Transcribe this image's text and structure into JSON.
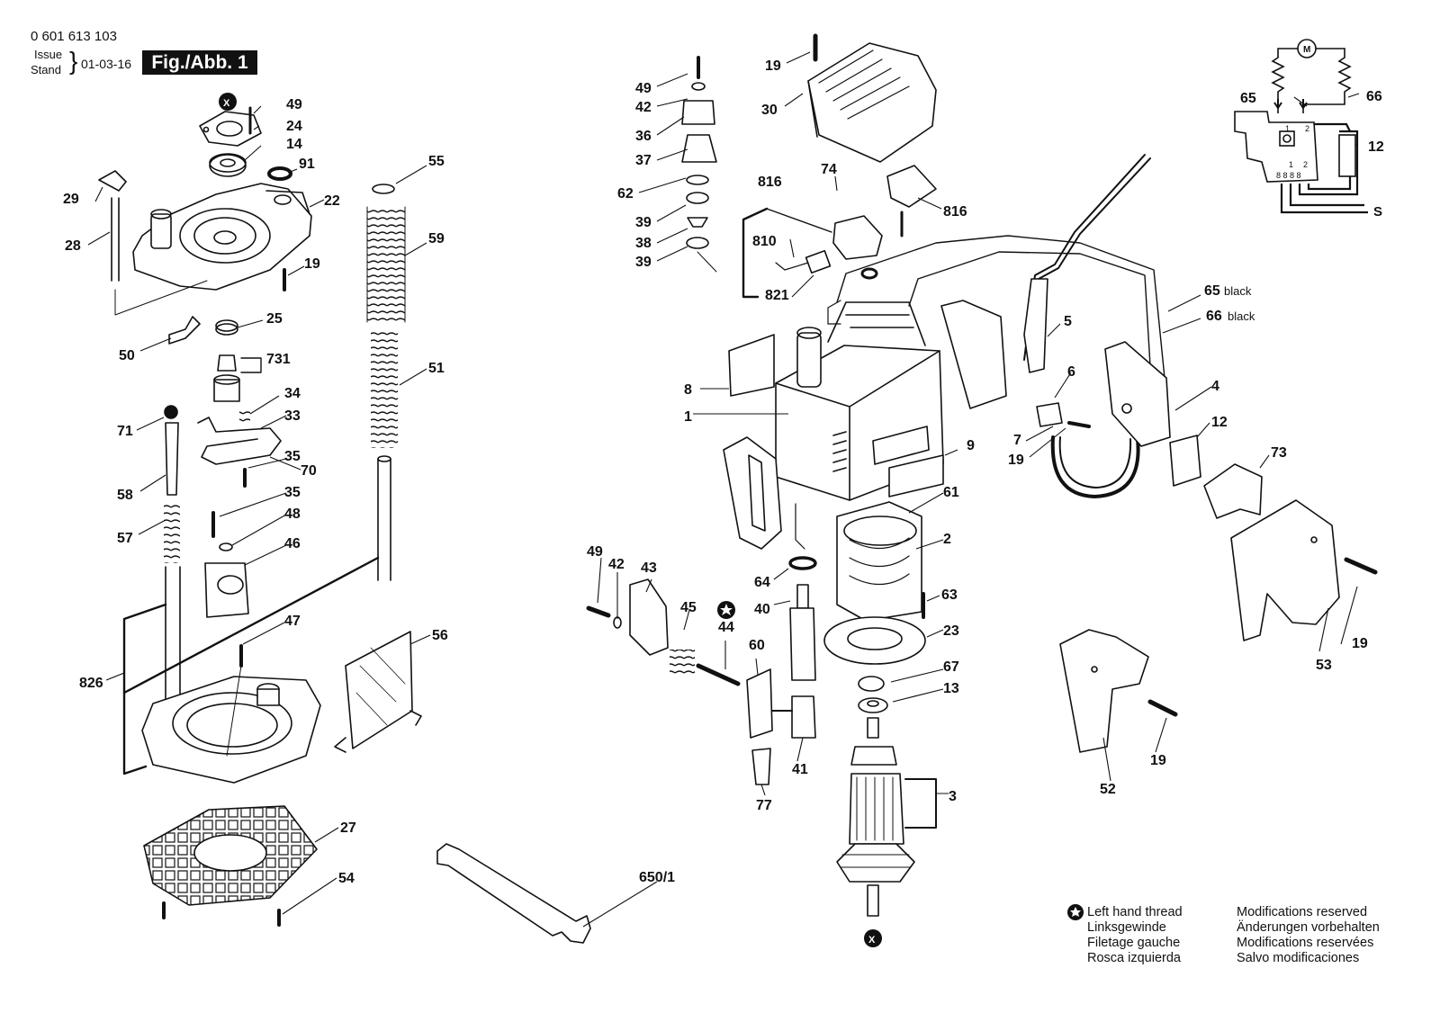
{
  "header": {
    "part_number": "0 601 613 103",
    "issue_label": "Issue",
    "stand_label": "Stand",
    "date": "01-03-16",
    "figure_label": "Fig./Abb. 1"
  },
  "callouts": [
    {
      "id": "c-x-top",
      "text": "X"
    },
    {
      "id": "c-49a",
      "text": "49"
    },
    {
      "id": "c-24",
      "text": "24"
    },
    {
      "id": "c-14",
      "text": "14"
    },
    {
      "id": "c-91",
      "text": "91"
    },
    {
      "id": "c-29",
      "text": "29"
    },
    {
      "id": "c-22",
      "text": "22"
    },
    {
      "id": "c-28",
      "text": "28"
    },
    {
      "id": "c-19a",
      "text": "19"
    },
    {
      "id": "c-25",
      "text": "25"
    },
    {
      "id": "c-50",
      "text": "50"
    },
    {
      "id": "c-731",
      "text": "731"
    },
    {
      "id": "c-34",
      "text": "34"
    },
    {
      "id": "c-33",
      "text": "33"
    },
    {
      "id": "c-71",
      "text": "71"
    },
    {
      "id": "c-35a",
      "text": "35"
    },
    {
      "id": "c-70",
      "text": "70"
    },
    {
      "id": "c-58",
      "text": "58"
    },
    {
      "id": "c-35b",
      "text": "35"
    },
    {
      "id": "c-48",
      "text": "48"
    },
    {
      "id": "c-57",
      "text": "57"
    },
    {
      "id": "c-46",
      "text": "46"
    },
    {
      "id": "c-47",
      "text": "47"
    },
    {
      "id": "c-826",
      "text": "826"
    },
    {
      "id": "c-56",
      "text": "56"
    },
    {
      "id": "c-55",
      "text": "55"
    },
    {
      "id": "c-59",
      "text": "59"
    },
    {
      "id": "c-51",
      "text": "51"
    },
    {
      "id": "c-27",
      "text": "27"
    },
    {
      "id": "c-54",
      "text": "54"
    },
    {
      "id": "c-650",
      "text": "650/1"
    },
    {
      "id": "c-49b",
      "text": "49"
    },
    {
      "id": "c-42a",
      "text": "42"
    },
    {
      "id": "c-36",
      "text": "36"
    },
    {
      "id": "c-37",
      "text": "37"
    },
    {
      "id": "c-62",
      "text": "62"
    },
    {
      "id": "c-39a",
      "text": "39"
    },
    {
      "id": "c-38",
      "text": "38"
    },
    {
      "id": "c-39b",
      "text": "39"
    },
    {
      "id": "c-19b",
      "text": "19"
    },
    {
      "id": "c-30",
      "text": "30"
    },
    {
      "id": "c-816a",
      "text": "816"
    },
    {
      "id": "c-74",
      "text": "74"
    },
    {
      "id": "c-816b",
      "text": "816"
    },
    {
      "id": "c-810",
      "text": "810"
    },
    {
      "id": "c-821",
      "text": "821"
    },
    {
      "id": "c-65",
      "text": "65"
    },
    {
      "id": "c-66",
      "text": "66"
    },
    {
      "id": "c-12a",
      "text": "12"
    },
    {
      "id": "c-65b",
      "text": "65"
    },
    {
      "id": "c-66b",
      "text": "66"
    },
    {
      "id": "c-5",
      "text": "5"
    },
    {
      "id": "c-6",
      "text": "6"
    },
    {
      "id": "c-4",
      "text": "4"
    },
    {
      "id": "c-8",
      "text": "8"
    },
    {
      "id": "c-1",
      "text": "1"
    },
    {
      "id": "c-7",
      "text": "7"
    },
    {
      "id": "c-19c",
      "text": "19"
    },
    {
      "id": "c-12b",
      "text": "12"
    },
    {
      "id": "c-73",
      "text": "73"
    },
    {
      "id": "c-9",
      "text": "9"
    },
    {
      "id": "c-61",
      "text": "61"
    },
    {
      "id": "c-2",
      "text": "2"
    },
    {
      "id": "c-49c",
      "text": "49"
    },
    {
      "id": "c-42b",
      "text": "42"
    },
    {
      "id": "c-43",
      "text": "43"
    },
    {
      "id": "c-45",
      "text": "45"
    },
    {
      "id": "c-44",
      "text": "44"
    },
    {
      "id": "c-60",
      "text": "60"
    },
    {
      "id": "c-64",
      "text": "64"
    },
    {
      "id": "c-40",
      "text": "40"
    },
    {
      "id": "c-63",
      "text": "63"
    },
    {
      "id": "c-23",
      "text": "23"
    },
    {
      "id": "c-67",
      "text": "67"
    },
    {
      "id": "c-13",
      "text": "13"
    },
    {
      "id": "c-41",
      "text": "41"
    },
    {
      "id": "c-77",
      "text": "77"
    },
    {
      "id": "c-3",
      "text": "3"
    },
    {
      "id": "c-x-bottom",
      "text": "X"
    },
    {
      "id": "c-19d",
      "text": "19"
    },
    {
      "id": "c-53",
      "text": "53"
    },
    {
      "id": "c-19e",
      "text": "19"
    },
    {
      "id": "c-52",
      "text": "52"
    }
  ],
  "wire_labels": {
    "black_65": "black",
    "black_66": "black"
  },
  "schematic": {
    "motor_symbol": "M",
    "contact_1": "1",
    "contact_2": "2",
    "pin_1": "1",
    "pin_2": "2",
    "pin_row": "8 8 8 8",
    "cable_end": "S"
  },
  "legend": {
    "symbol": "left-hand-thread-star-icon",
    "lines": [
      "Left hand thread",
      "Linksgewinde",
      "Filetage gauche",
      "Rosca izquierda"
    ]
  },
  "notice": {
    "lines": [
      "Modifications reserved",
      "Änderungen vorbehalten",
      "Modifications reservées",
      "Salvo modificaciones"
    ]
  }
}
